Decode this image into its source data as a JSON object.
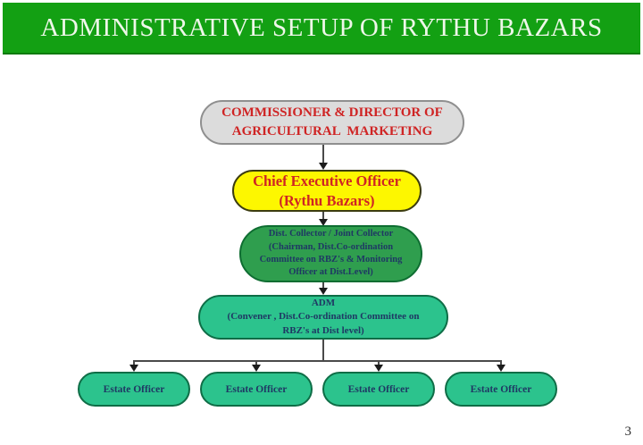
{
  "slide": {
    "title": "ADMINISTRATIVE SETUP OF RYTHU BAZARS",
    "page_number": "3"
  },
  "org_chart": {
    "commissioner": {
      "label": "COMMISSIONER & DIRECTOR OF\nAGRICULTURAL  MARKETING"
    },
    "ceo": {
      "label": "Chief Executive Officer\n(Rythu Bazars)"
    },
    "dist_collector": {
      "label": "Dist. Collector / Joint Collector\n(Chairman, Dist.Co-ordination\nCommittee on RBZ's & Monitoring\nOfficer at Dist.Level)"
    },
    "adm": {
      "label": "ADM\n(Convener , Dist.Co-ordination Committee on\nRBZ's at Dist level)"
    },
    "estate_officers": [
      {
        "label": "Estate Officer"
      },
      {
        "label": "Estate Officer"
      },
      {
        "label": "Estate Officer"
      },
      {
        "label": "Estate Officer"
      }
    ]
  },
  "palette": {
    "header_green": "#13a013",
    "header_text": "#eef7e9",
    "box_gray": "#dcdcdc",
    "gray_border": "#8f8f8f",
    "box_yellow": "#fdf700",
    "yellow_border": "#3c3c10",
    "box_green": "#2f9e4e",
    "green_border": "#0e6d31",
    "box_teal": "#2cc38d",
    "teal_border": "#0e6d46",
    "red_text": "#cf2424",
    "navy_text": "#1f3864",
    "line_color": "#4a4a4a"
  }
}
